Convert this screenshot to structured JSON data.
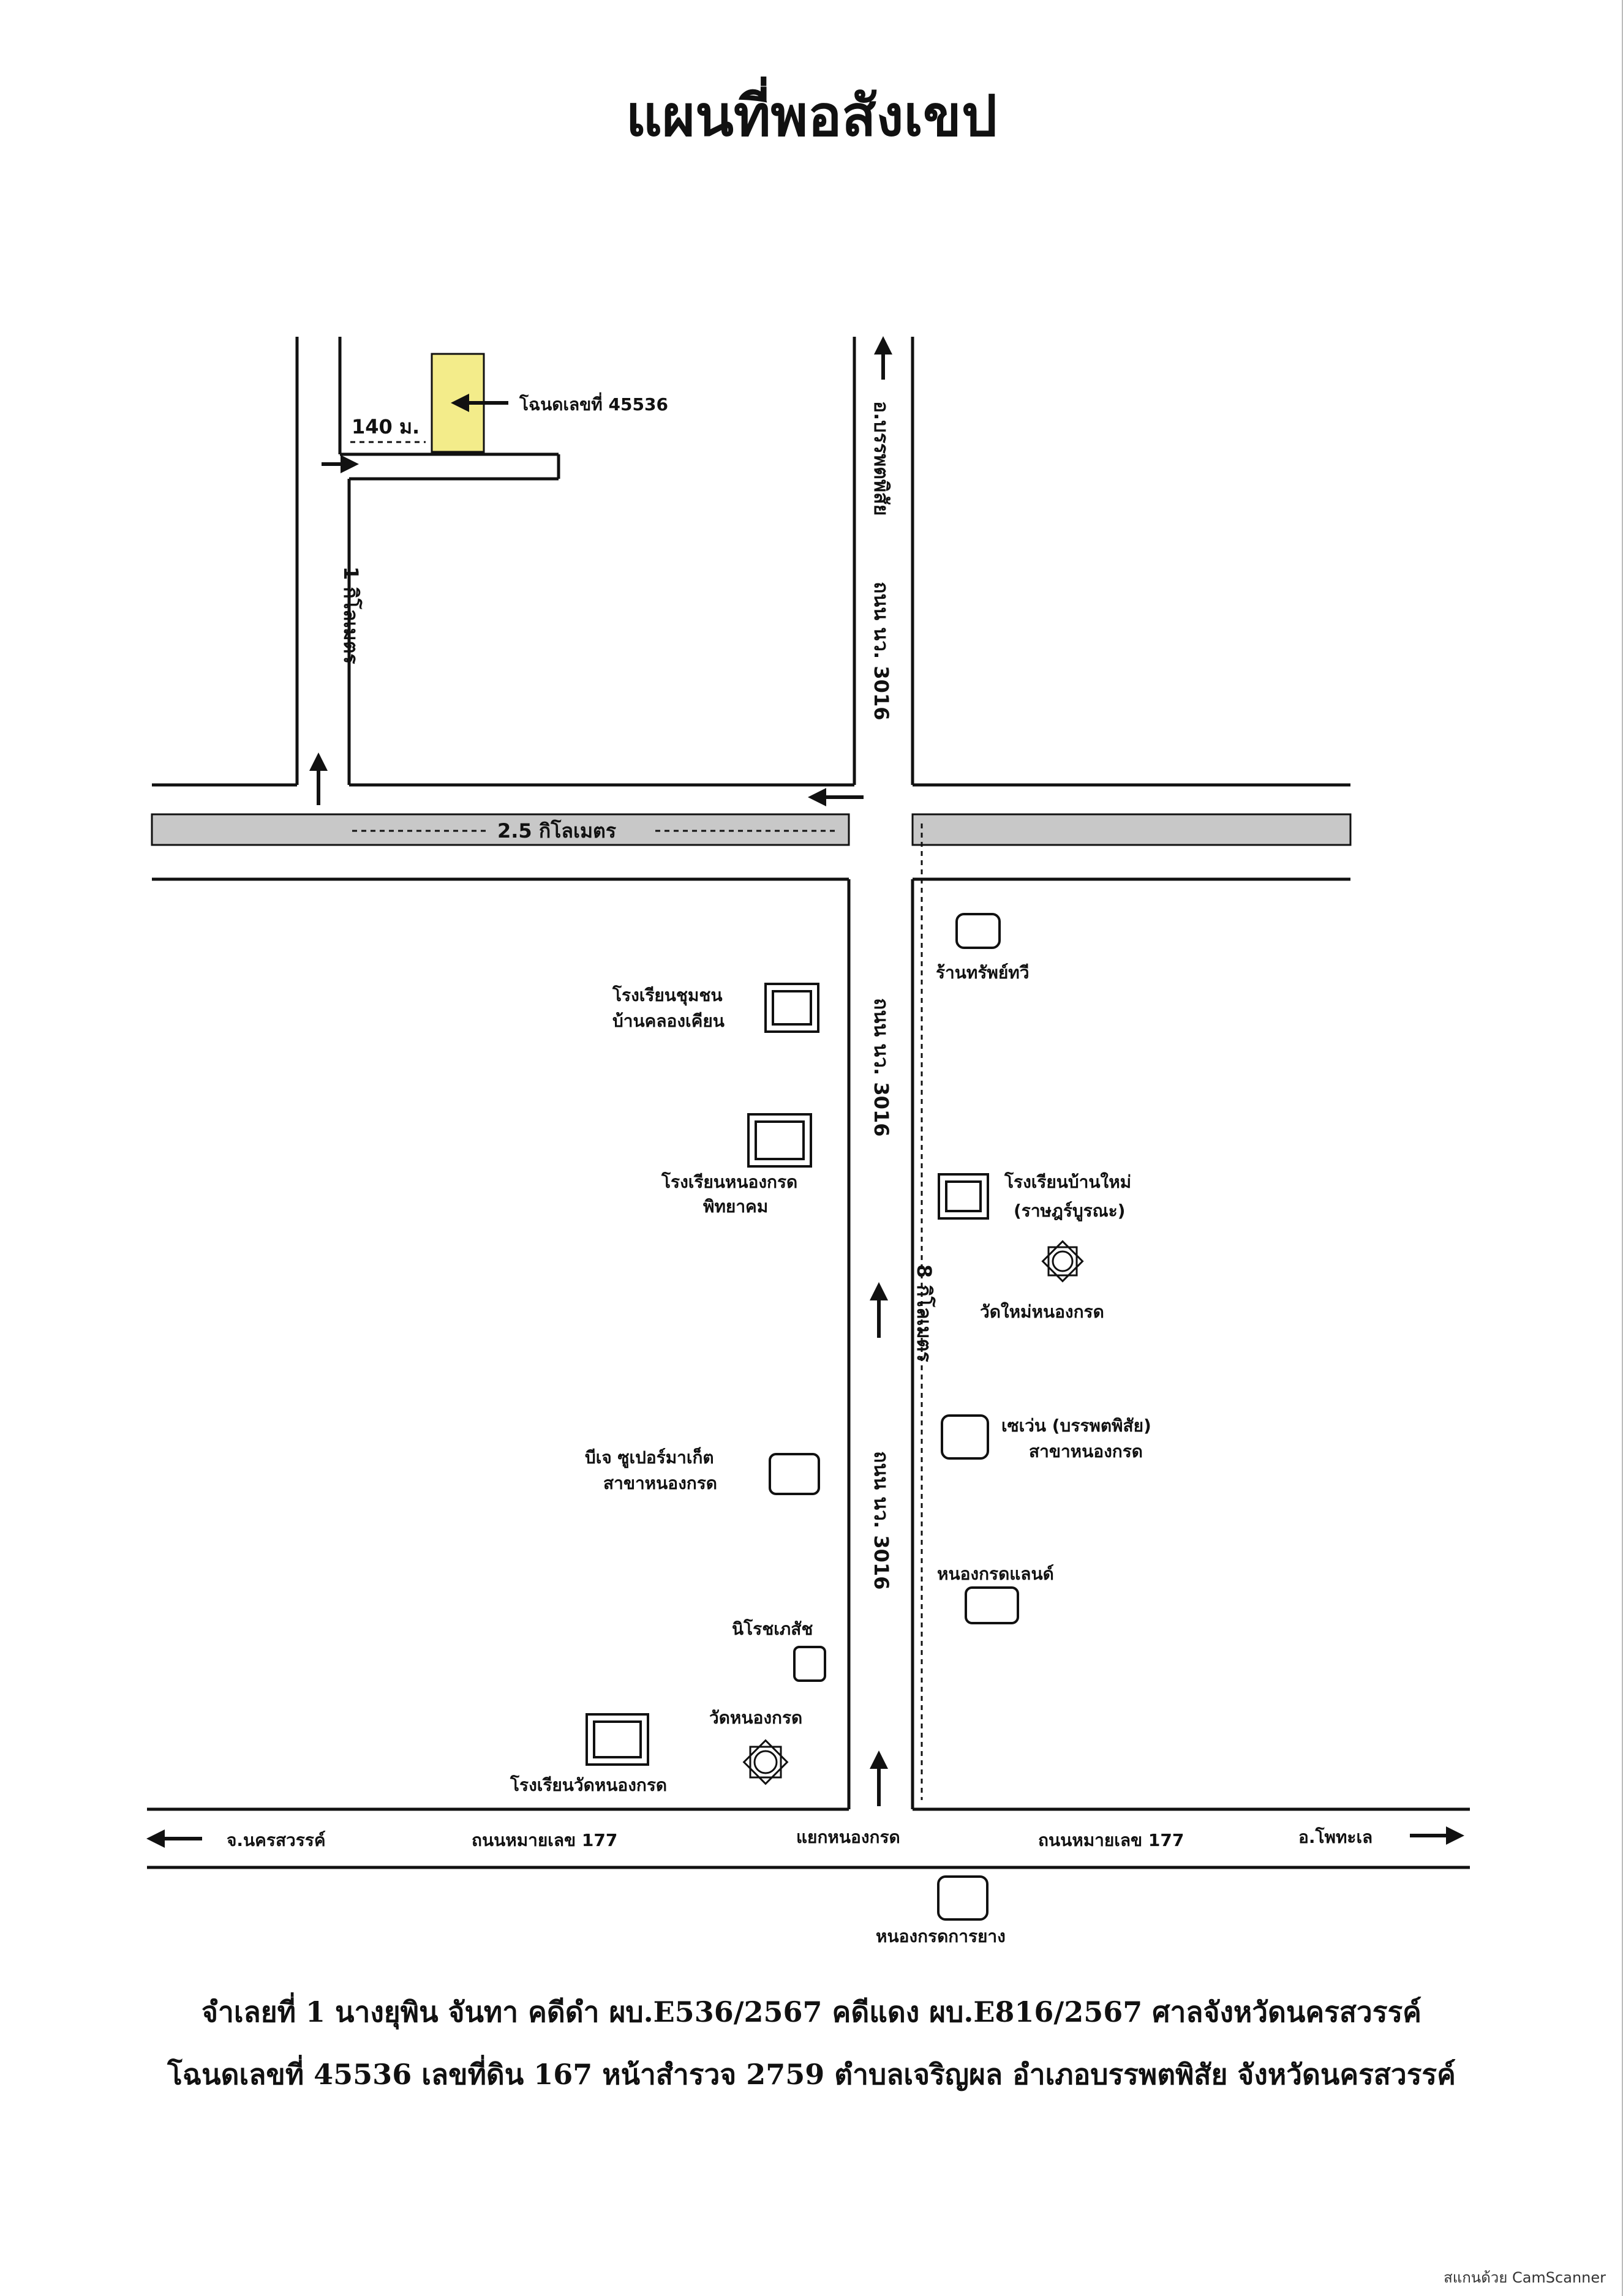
{
  "title": "แผนที่พอสังเขป",
  "map": {
    "deed_label": "โฉนดเลขที่ 45536",
    "dist_140": "140 ม.",
    "dist_1km": "1 กิโลเมตร",
    "dist_2_5km": "2.5 กิโลเมตร",
    "dist_8km": "8 กิโลเมตร",
    "road_3016": "ถนน นว. 3016",
    "road_3016_to": "อ.บรรพตพิสัย",
    "road_177": "ถนนหมายเลข 177",
    "to_nakhon": "จ.นครสวรรค์",
    "to_photale": "อ.โพทะเล",
    "junction": "แยกหนองกรด",
    "landmarks": {
      "ran_sap": "ร้านทรัพย์ทวี",
      "school_community_1": "โรงเรียนชุมชน",
      "school_community_2": "บ้านคลองเคียน",
      "school_nongkrot_1": "โรงเรียนหนองกรด",
      "school_nongkrot_2": "พิทยาคม",
      "school_banmai_1": "โรงเรียนบ้านใหม่",
      "school_banmai_2": "(ราษฎร์บูรณะ)",
      "wat_mai": "วัดใหม่หนองกรด",
      "seven_1": "เซเว่น (บรรพตพิสัย)",
      "seven_2": "สาขาหนองกรด",
      "bigc_1": "บีเจ ซูเปอร์มาเก็ต",
      "bigc_2": "สาขาหนองกรด",
      "nongkrot_land": "หนองกรดแลนด์",
      "niroj": "นิโรชเภสัช",
      "wat_nongkrot": "วัดหนองกรด",
      "school_wat": "โรงเรียนวัดหนองกรด",
      "rubber": "หนองกรดการยาง"
    }
  },
  "caption": {
    "line1": "จำเลยที่ 1 นางยุพิน จันทา คดีดำ ผบ.E536/2567 คดีแดง ผบ.E816/2567 ศาลจังหวัดนครสวรรค์",
    "line2": "โฉนดเลขที่ 45536 เลขที่ดิน 167 หน้าสำรวจ 2759 ตำบลเจริญผล อำเภอบรรพตพิสัย จังหวัดนครสวรรค์"
  },
  "footer": "สแกนด้วย CamScanner",
  "colors": {
    "deed": "#f3ec8a",
    "road_band": "#c8c8c8"
  }
}
